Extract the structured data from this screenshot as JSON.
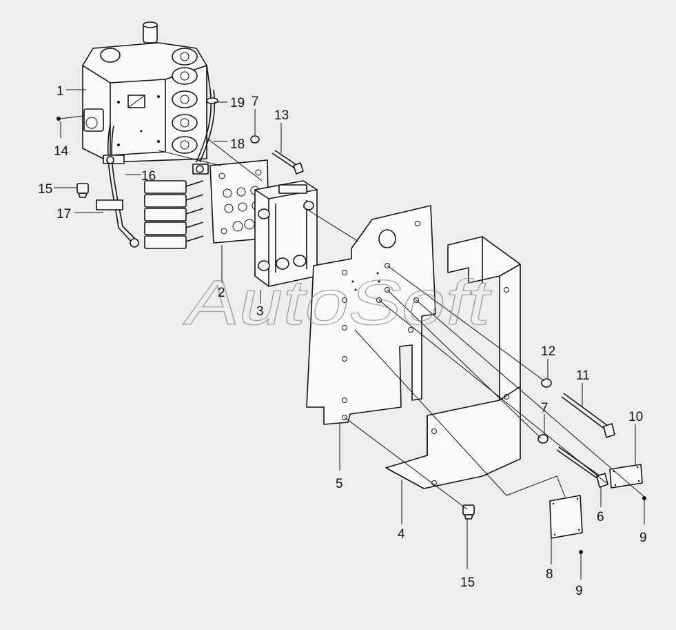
{
  "watermark": "AutoSoft",
  "callouts": {
    "p1": "1",
    "p2": "2",
    "p3": "3",
    "p4": "4",
    "p5": "5",
    "p6": "6",
    "p7a": "7",
    "p7b": "7",
    "p8": "8",
    "p9a": "9",
    "p9b": "9",
    "p10": "10",
    "p11": "11",
    "p12": "12",
    "p13": "13",
    "p14": "14",
    "p15a": "15",
    "p15b": "15",
    "p16": "16",
    "p17": "17",
    "p18": "18",
    "p19": "19"
  }
}
